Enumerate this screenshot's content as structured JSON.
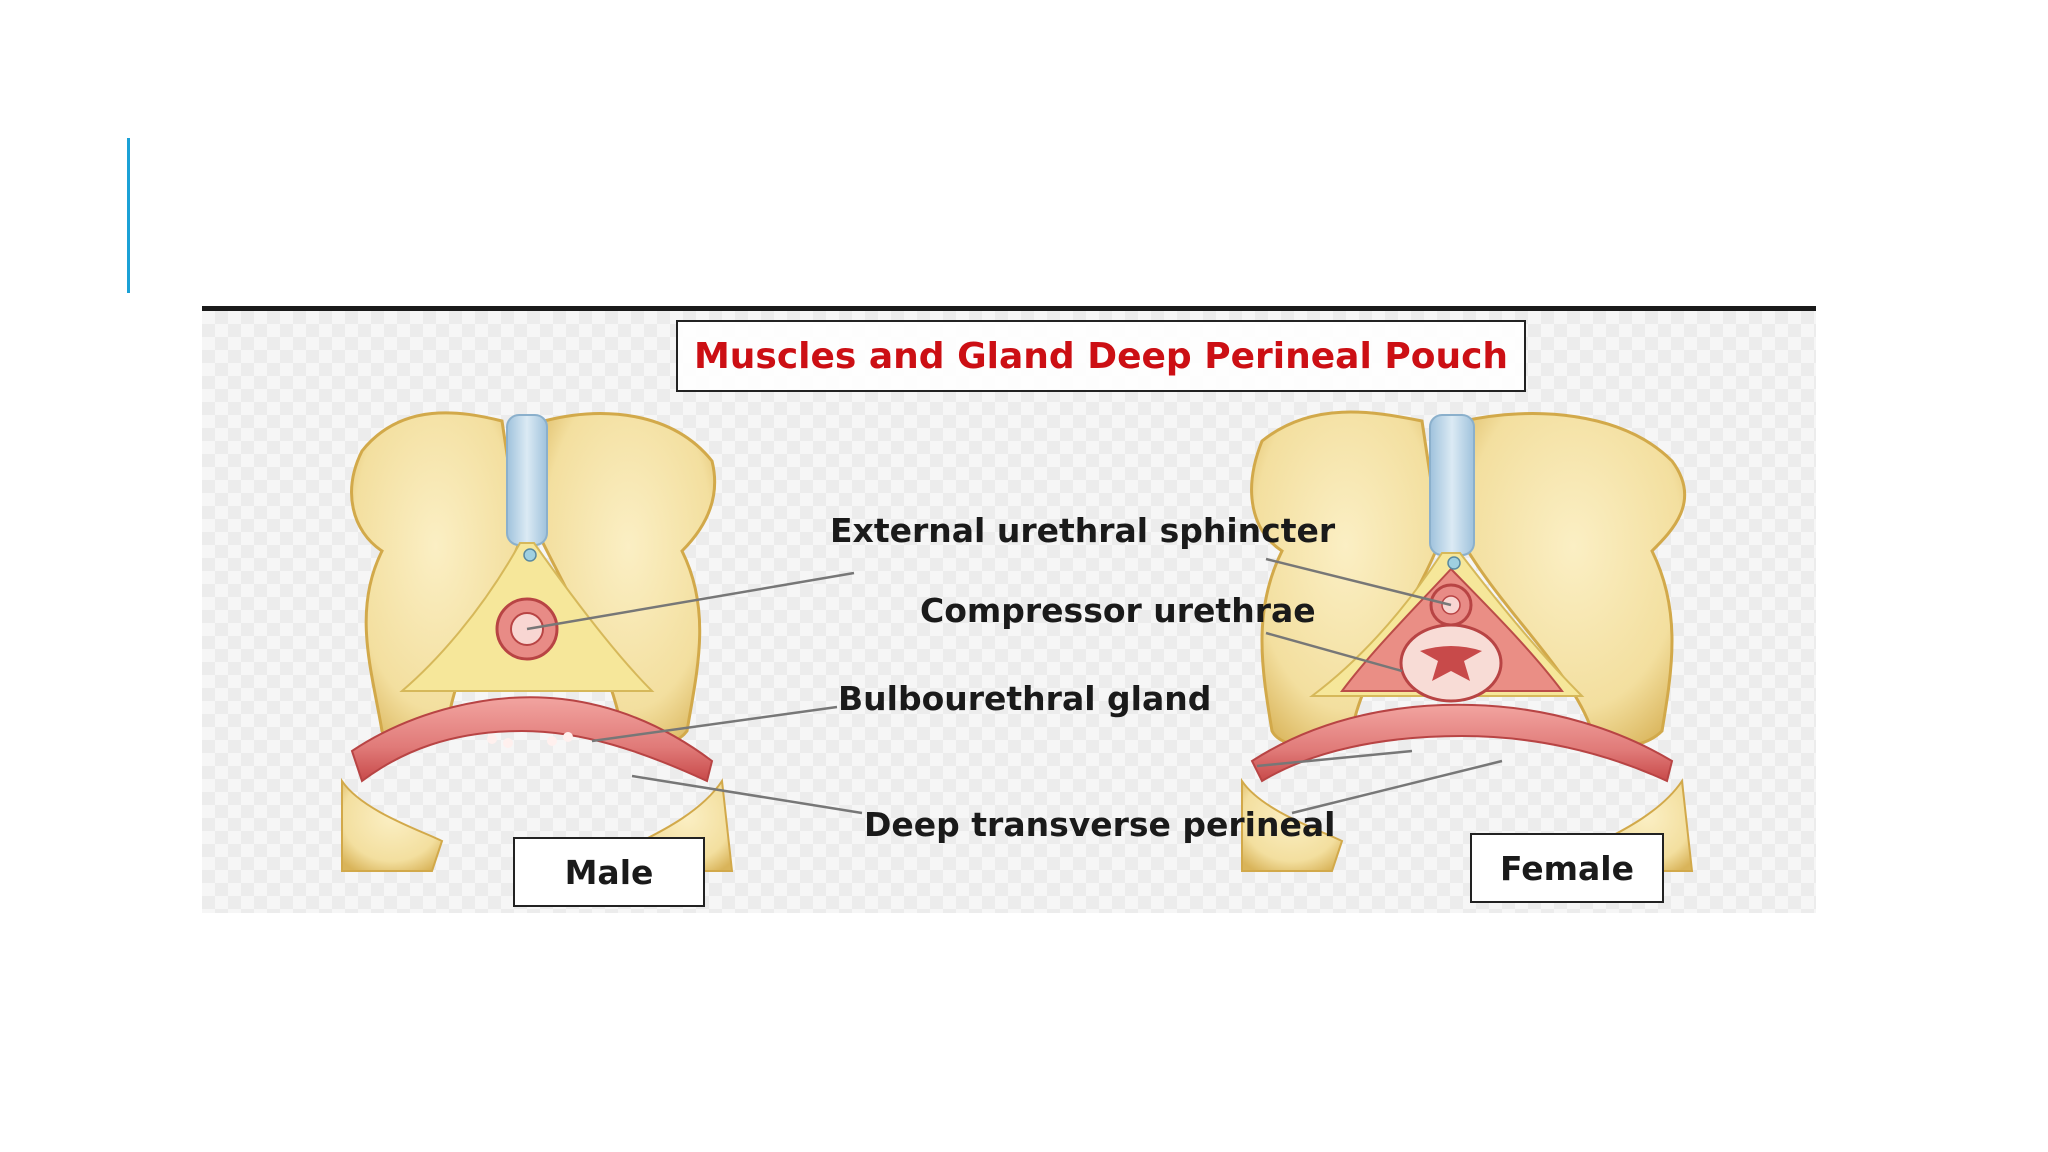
{
  "figure": {
    "title": "Muscles and Gland Deep Perineal Pouch",
    "labels": {
      "external_urethral_sphincter": "External urethral sphincter",
      "compressor_urethrae": "Compressor urethrae",
      "bulbourethral_gland": "Bulbourethral gland",
      "deep_transverse_perineal": "Deep transverse perineal"
    },
    "panels": {
      "male": "Male",
      "female": "Female"
    }
  },
  "colors": {
    "accent": "#1ba1d6",
    "title": "#cc0f14",
    "bone": "#f3df9f",
    "bone_shade": "#d9b45a",
    "cartilage": "#bcd6e8",
    "muscle": "#e07a78",
    "muscle_dark": "#c84a4a"
  }
}
